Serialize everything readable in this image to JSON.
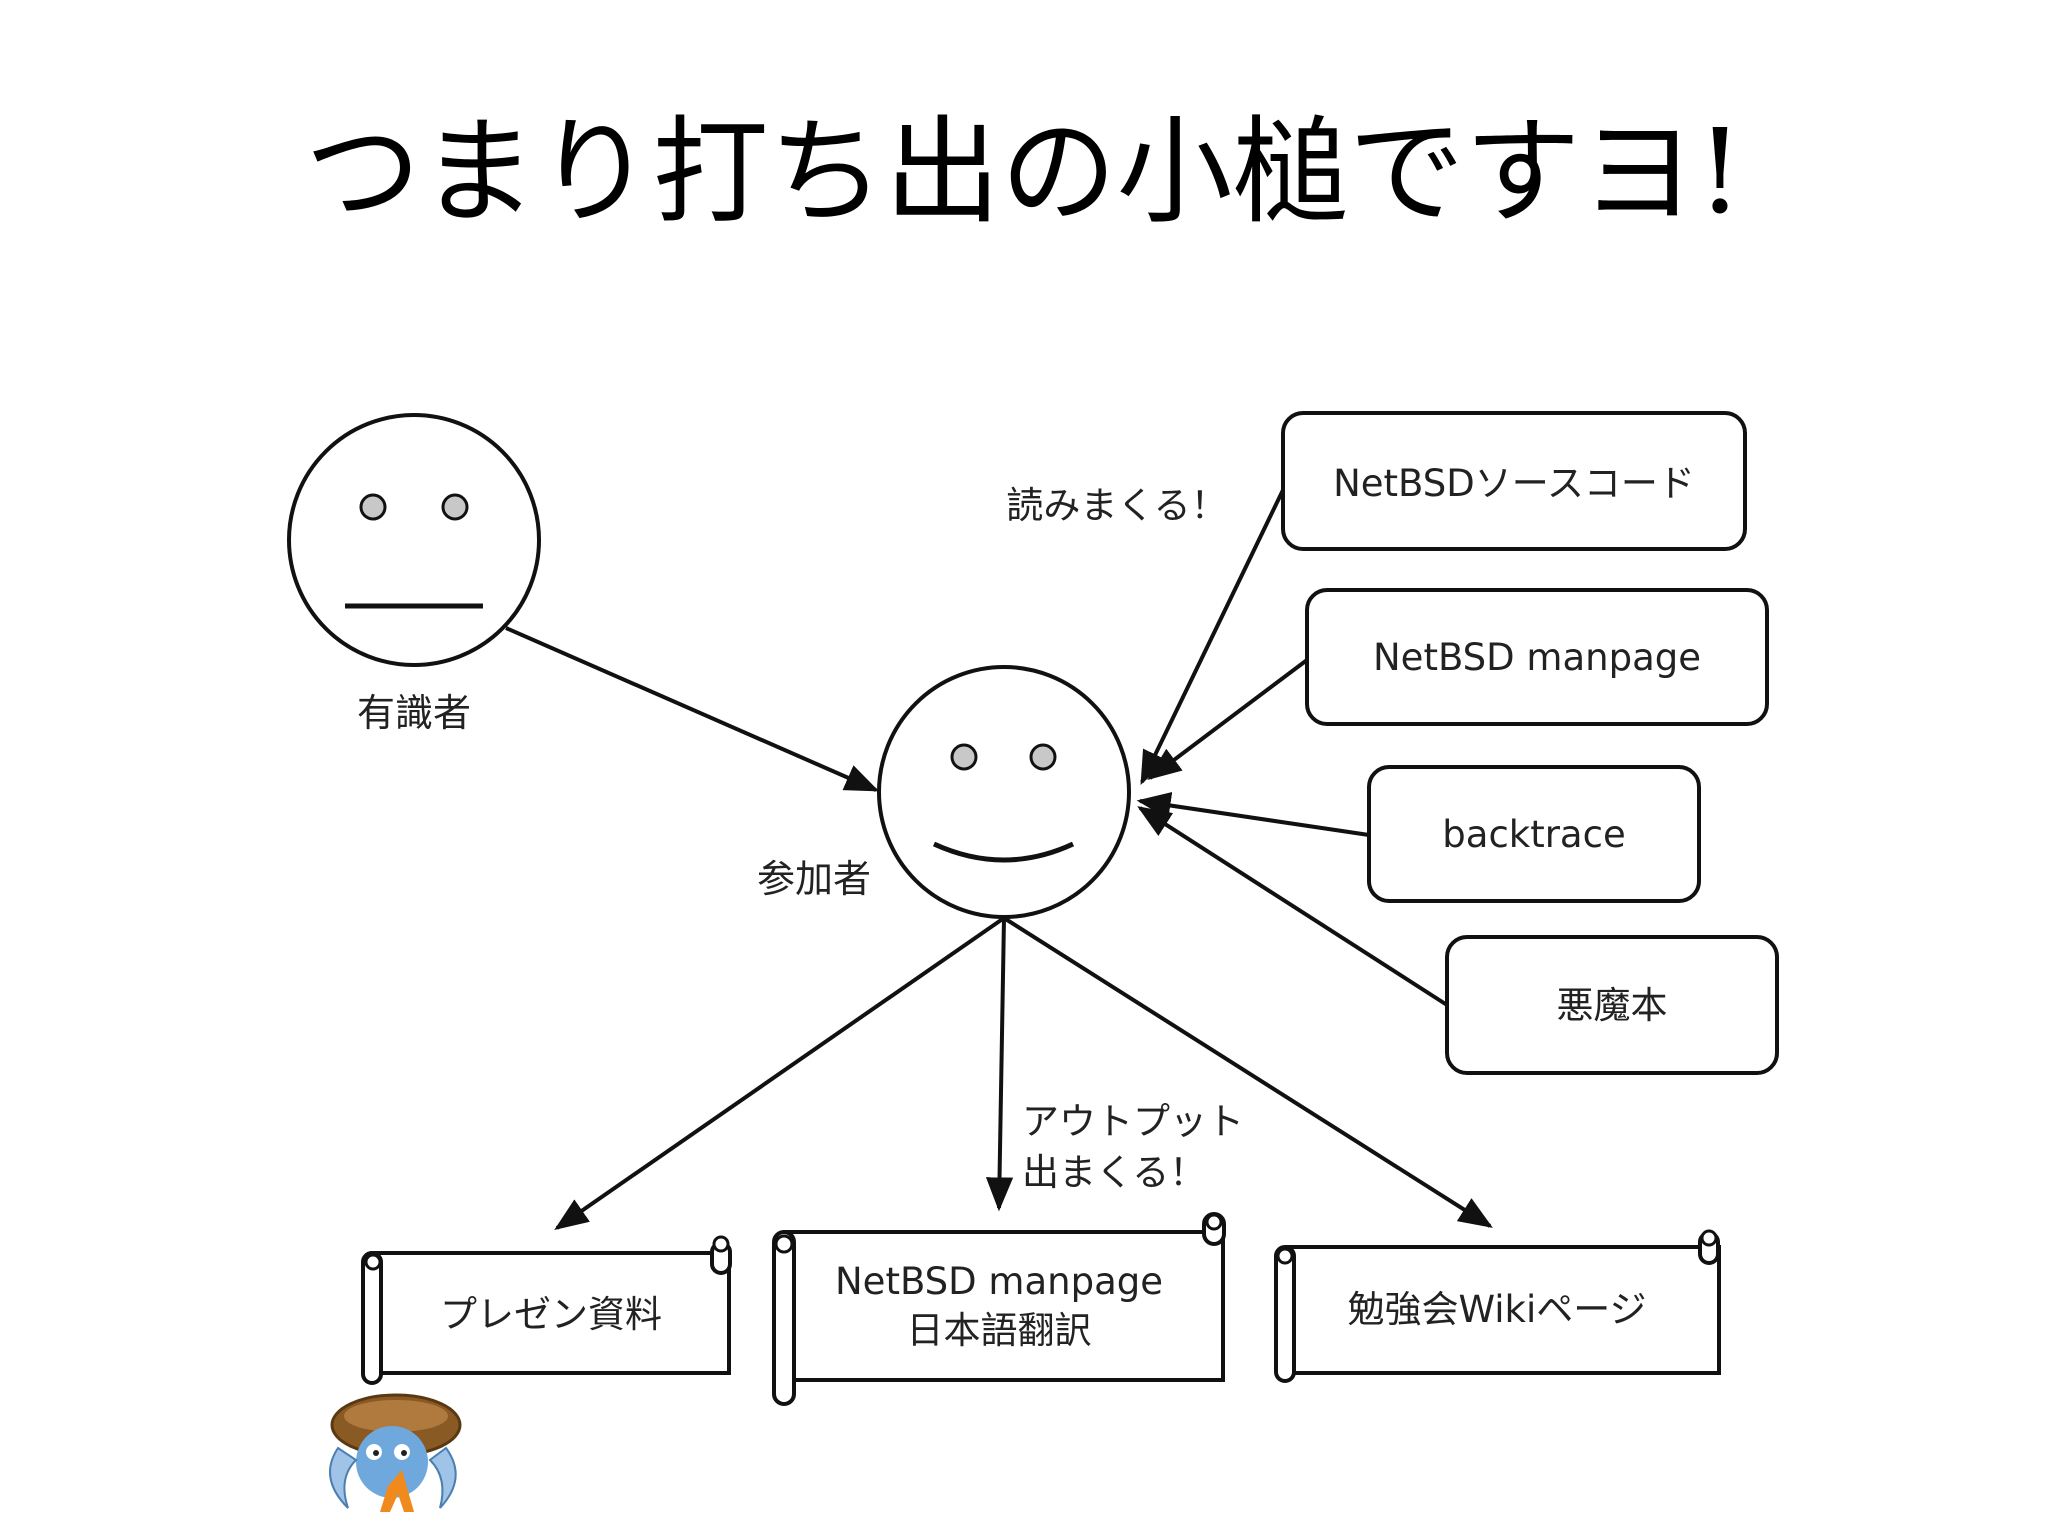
{
  "slide": {
    "title": "つまり打ち出の小槌ですヨ!"
  },
  "people": {
    "expert": {
      "label": "有識者",
      "expression": "neutral"
    },
    "participant": {
      "label": "参加者",
      "expression": "smile"
    }
  },
  "edge_labels": {
    "read": "読みまくる！",
    "output_line1": "アウトプット",
    "output_line2": "出まくる！"
  },
  "sources": [
    {
      "label": "NetBSDソースコード"
    },
    {
      "label": "NetBSD manpage"
    },
    {
      "label": "backtrace"
    },
    {
      "label": "悪魔本"
    }
  ],
  "outputs": [
    {
      "lines": [
        "プレゼン資料"
      ]
    },
    {
      "lines": [
        "NetBSD manpage",
        "日本語翻訳"
      ]
    },
    {
      "lines": [
        "勉強会Wikiページ"
      ]
    }
  ],
  "colors": {
    "stroke": "#111111",
    "eye_fill": "#c8c8c8",
    "mascot_shell": "#8a5a24",
    "mascot_body": "#6fa8dc",
    "mascot_accent": "#f08a1c"
  },
  "mascot": {
    "icon": "hermit-crab-mascot-icon"
  }
}
